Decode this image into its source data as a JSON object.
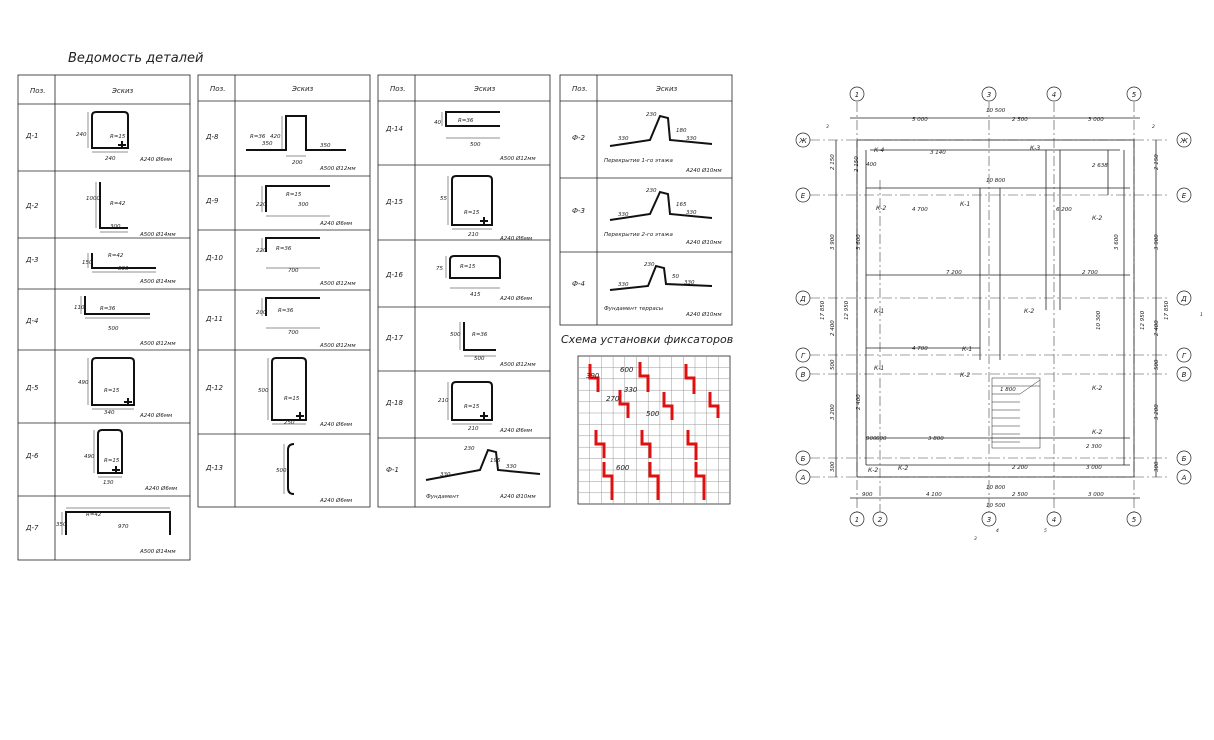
{
  "title": "Ведомость деталей",
  "fixator_title": "Схема установки фиксаторов",
  "table_headers": {
    "pos": "Поз.",
    "sketch": "Эскиз"
  },
  "tables": [
    {
      "rows": [
        {
          "pos": "Д-1",
          "dims": [
            "240",
            "240",
            "R=15"
          ],
          "spec": "А240 Ø6мм"
        },
        {
          "pos": "Д-2",
          "dims": [
            "1000",
            "300",
            "R=42"
          ],
          "spec": "А500 Ø14мм"
        },
        {
          "pos": "Д-3",
          "dims": [
            "150",
            "800",
            "R=42"
          ],
          "spec": "А500 Ø14мм"
        },
        {
          "pos": "Д-4",
          "dims": [
            "110",
            "500",
            "R=36"
          ],
          "spec": "А500 Ø12мм"
        },
        {
          "pos": "Д-5",
          "dims": [
            "490",
            "340",
            "R=15"
          ],
          "spec": "А240 Ø6мм"
        },
        {
          "pos": "Д-6",
          "dims": [
            "490",
            "130",
            "R=15"
          ],
          "spec": "А240 Ø6мм"
        },
        {
          "pos": "Д-7",
          "dims": [
            "350",
            "970",
            "R=42"
          ],
          "spec": "А500 Ø14мм"
        }
      ]
    },
    {
      "rows": [
        {
          "pos": "Д-8",
          "dims": [
            "420",
            "200",
            "350",
            "R=36",
            "350"
          ],
          "spec": "А500 Ø12мм"
        },
        {
          "pos": "Д-9",
          "dims": [
            "220",
            "300",
            "R=15"
          ],
          "spec": "А240 Ø6мм"
        },
        {
          "pos": "Д-10",
          "dims": [
            "220",
            "700",
            "R=36"
          ],
          "spec": "А500 Ø12мм"
        },
        {
          "pos": "Д-11",
          "dims": [
            "200",
            "700",
            "R=36"
          ],
          "spec": "А500 Ø12мм"
        },
        {
          "pos": "Д-12",
          "dims": [
            "500",
            "250",
            "R=15"
          ],
          "spec": "А240 Ø6мм"
        },
        {
          "pos": "Д-13",
          "dims": [
            "500"
          ],
          "spec": "А240 Ø6мм"
        }
      ]
    },
    {
      "rows": [
        {
          "pos": "Д-14",
          "dims": [
            "40",
            "500",
            "R=36"
          ],
          "spec": "А500 Ø12мм"
        },
        {
          "pos": "Д-15",
          "dims": [
            "55",
            "210",
            "R=15"
          ],
          "spec": "А240 Ø6мм"
        },
        {
          "pos": "Д-16",
          "dims": [
            "75",
            "415",
            "R=15"
          ],
          "spec": "А240 Ø6мм"
        },
        {
          "pos": "Д-17",
          "dims": [
            "500",
            "500",
            "R=36"
          ],
          "spec": "А500 Ø12мм"
        },
        {
          "pos": "Д-18",
          "dims": [
            "210",
            "210",
            "R=15"
          ],
          "spec": "А240 Ø6мм"
        },
        {
          "pos": "Ф-1",
          "dims": [
            "330",
            "230",
            "195",
            "330"
          ],
          "note": "Фундамент",
          "spec": "А240 Ø10мм"
        }
      ]
    },
    {
      "rows": [
        {
          "pos": "Ф-2",
          "dims": [
            "330",
            "230",
            "180",
            "330"
          ],
          "note": "Перекрытие 1-го этажа",
          "spec": "А240 Ø10мм"
        },
        {
          "pos": "Ф-3",
          "dims": [
            "330",
            "230",
            "165",
            "330"
          ],
          "note": "Перекрытие 2-го этажа",
          "spec": "А240 Ø10мм"
        },
        {
          "pos": "Ф-4",
          "dims": [
            "330",
            "230",
            "50",
            "330"
          ],
          "note": "Фундамент террасы",
          "spec": "А240 Ø10мм"
        }
      ]
    }
  ],
  "fixator_dims": [
    "600",
    "390",
    "270",
    "330",
    "500",
    "600"
  ],
  "plan": {
    "axes_numbers": [
      "1",
      "2",
      "3",
      "4",
      "5"
    ],
    "axes_letters": [
      "Ж",
      "Е",
      "Д",
      "Г",
      "В",
      "Б",
      "А"
    ],
    "top_dims": [
      "10 500",
      "5 000",
      "2 500",
      "3 000"
    ],
    "bottom_dims": [
      "900",
      "4 100",
      "2 500",
      "3 000",
      "10 500",
      "10 800"
    ],
    "inner_dims": [
      "3 140",
      "10 800",
      "4 700",
      "6 200",
      "7 200",
      "2 700",
      "4 700",
      "3 800",
      "2 200",
      "3 000",
      "2 638",
      "2 300",
      "1 800",
      "900",
      "600",
      "400"
    ],
    "left_dims": [
      "2 150",
      "2 150",
      "3 900",
      "17 850",
      "12 950",
      "2 400",
      "3 200",
      "300",
      "500",
      "3 600",
      "2 400"
    ],
    "right_dims": [
      "2 150",
      "3 900",
      "17 850",
      "12 950",
      "2 400",
      "3 200",
      "300",
      "500",
      "3 600",
      "10 300"
    ],
    "labels": [
      "К-4",
      "К-3",
      "К-2",
      "К-1",
      "К-2",
      "К-1",
      "К-2",
      "К-1",
      "К-2",
      "К-1",
      "К-2",
      "К-2",
      "К-2",
      "К-2"
    ],
    "section_marks": [
      "3",
      "1",
      "2",
      "4",
      "5",
      "3"
    ]
  }
}
